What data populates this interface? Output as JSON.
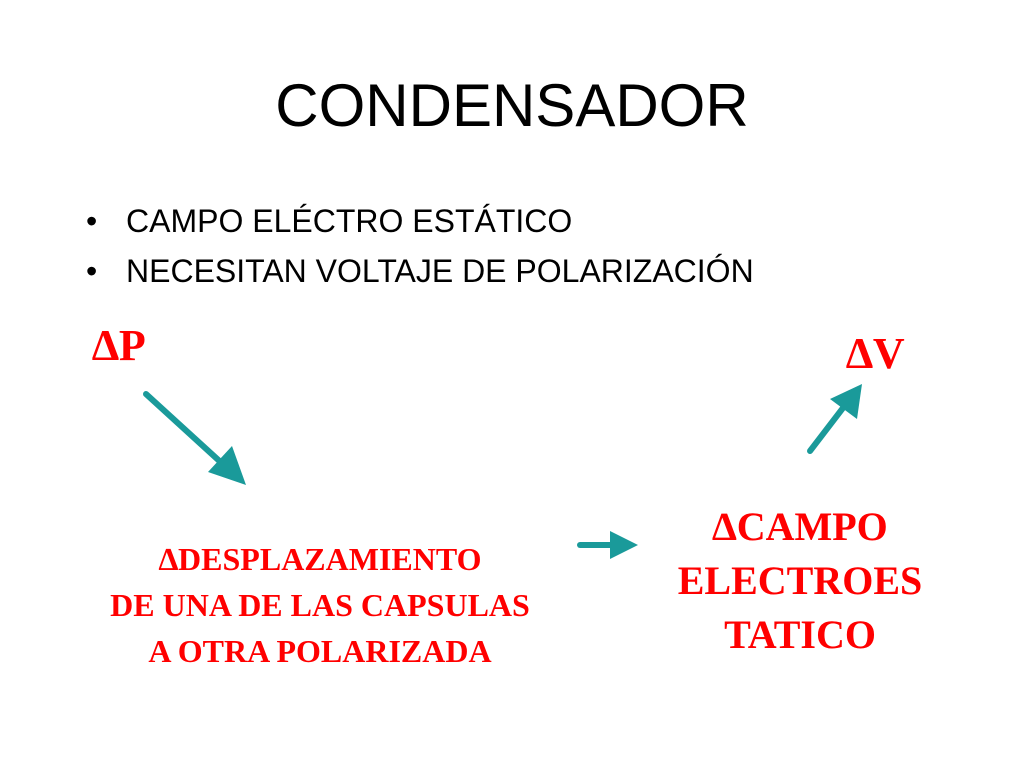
{
  "slide": {
    "title": "CONDENSADOR",
    "bullets": [
      "CAMPO ELÉCTRO ESTÁTICO",
      "NECESITAN VOLTAJE DE POLARIZACIÓN"
    ],
    "bullet_glyph": "•"
  },
  "diagram": {
    "delta_p": "∆P",
    "delta_v": "∆V",
    "desplazamiento": {
      "line1": "∆DESPLAZAMIENTO",
      "line2": "DE UNA DE LAS CAPSULAS",
      "line3": "A OTRA POLARIZADA"
    },
    "campo": {
      "line1": "∆CAMPO",
      "line2": "ELECTROES",
      "line3": "TATICO"
    },
    "colors": {
      "text_accent": "#ff0000",
      "arrow": "#1a9a9a"
    }
  }
}
